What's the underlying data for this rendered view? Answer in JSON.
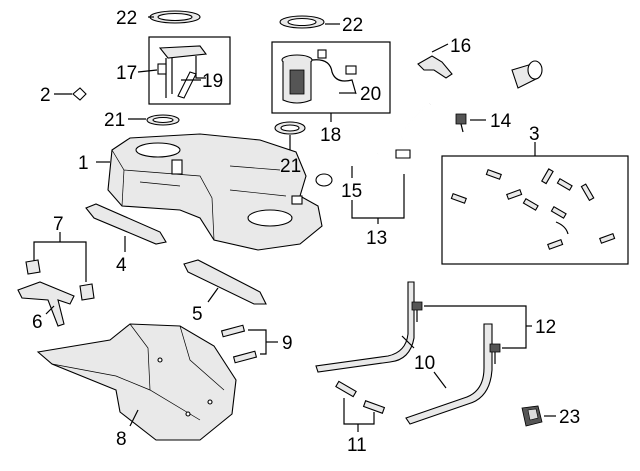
{
  "callouts": {
    "c1": "1",
    "c2": "2",
    "c3": "3",
    "c4": "4",
    "c5": "5",
    "c6": "6",
    "c7": "7",
    "c8": "8",
    "c9": "9",
    "c10": "10",
    "c11": "11",
    "c12": "12",
    "c13": "13",
    "c14": "14",
    "c15": "15",
    "c16": "16",
    "c17": "17",
    "c18": "18",
    "c19": "19",
    "c20": "20",
    "c21a": "21",
    "c21b": "21",
    "c22a": "22",
    "c22b": "22",
    "c23": "23"
  }
}
